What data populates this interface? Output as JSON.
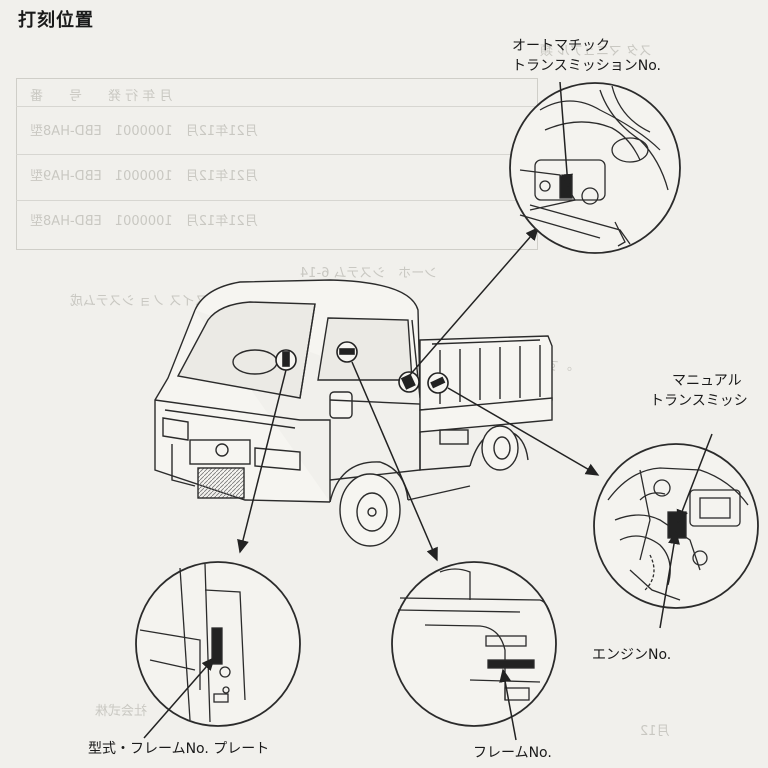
{
  "heading": "打刻位置",
  "labels": {
    "at_line1": "オートマチック",
    "at_line2": "トランスミッションNo.",
    "mt_line1": "マニュアル",
    "mt_line2": "トランスミッシ",
    "engine": "エンジンNo.",
    "plate": "型式・フレームNo. プレート",
    "frame": "フレームNo."
  }
}
